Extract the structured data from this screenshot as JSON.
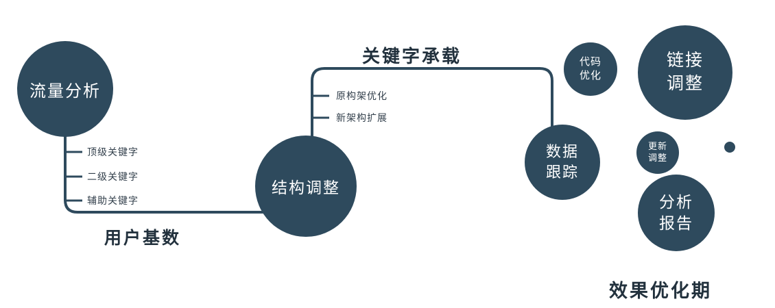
{
  "colors": {
    "node_fill": "#2e4a5d",
    "line": "#2e4a5d",
    "heading_text": "#22313d",
    "branch_text": "#323f4b",
    "node_text": "#ffffff"
  },
  "nodes": {
    "traffic_analysis": {
      "label": "流量分析"
    },
    "structure_adjust": {
      "label": "结构调整"
    },
    "data_tracking": {
      "line1": "数据",
      "line2": "跟踪"
    },
    "code_optimize": {
      "line1": "代码",
      "line2": "优化"
    },
    "link_adjust": {
      "line1": "链接",
      "line2": "调整"
    },
    "update_adjust": {
      "line1": "更新",
      "line2": "调整"
    },
    "analysis_report": {
      "line1": "分析",
      "line2": "报告"
    }
  },
  "edge_labels": {
    "user_base": "用户基数",
    "keyword_bearing": "关键字承载"
  },
  "branches": {
    "traffic": [
      "顶级关键字",
      "二级关键字",
      "辅助关键字"
    ],
    "structure": [
      "原构架优化",
      "新架构扩展"
    ]
  },
  "caption": "效果优化期"
}
